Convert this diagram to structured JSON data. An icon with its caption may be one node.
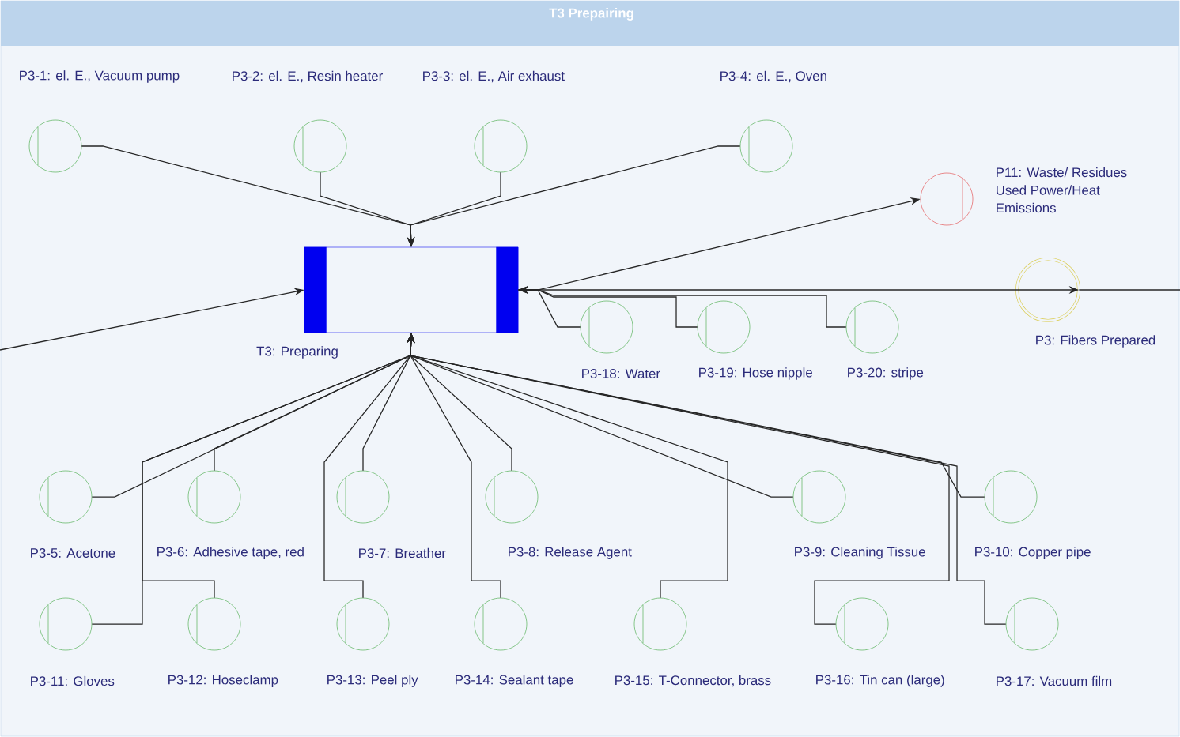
{
  "diagram": {
    "title": "T3 Prepairing",
    "nodes": [
      {
        "text": [
          "T3: Preparing"
        ]
      },
      {
        "text": [
          "P3-1: el. E., Vacuum pump"
        ]
      },
      {
        "text": [
          "P3-2: el. E., Resin heater"
        ]
      },
      {
        "text": [
          "P3-3: el. E., Air exhaust"
        ]
      },
      {
        "text": [
          "P3-4: el. E., Oven"
        ]
      },
      {
        "text": [
          "P3-5: Acetone"
        ]
      },
      {
        "text": [
          "P3-6: Adhesive tape, red"
        ]
      },
      {
        "text": [
          "P3-7: Breather"
        ]
      },
      {
        "text": [
          "P3-8: Release Agent"
        ]
      },
      {
        "text": [
          "P3-9: Cleaning Tissue"
        ]
      },
      {
        "text": [
          "P3-10: Copper pipe"
        ]
      },
      {
        "text": [
          "P3-11: Gloves"
        ]
      },
      {
        "text": [
          "P3-12: Hoseclamp"
        ]
      },
      {
        "text": [
          "P3-13: Peel ply"
        ]
      },
      {
        "text": [
          "P3-14: Sealant tape"
        ]
      },
      {
        "text": [
          "P3-15: T-Connector, brass"
        ]
      },
      {
        "text": [
          "P3-16: Tin can (large)"
        ]
      },
      {
        "text": [
          "P3-17: Vacuum film"
        ]
      },
      {
        "text": [
          "P3-18: Water"
        ]
      },
      {
        "text": [
          "P3-19: Hose nipple"
        ]
      },
      {
        "text": [
          "P3-20: stripe"
        ]
      },
      {
        "text": [
          "P11: Waste/ Residues",
          "Used Power/Heat",
          "Emissions"
        ]
      },
      {
        "text": [
          "P3: Fibers Prepared"
        ]
      }
    ],
    "edges": [
      {
        "from": 1,
        "to": 0,
        "arrow": "to"
      },
      {
        "from": 2,
        "to": 0,
        "arrow": "to"
      },
      {
        "from": 3,
        "to": 0,
        "arrow": "to"
      },
      {
        "from": 4,
        "to": 0,
        "arrow": "to"
      },
      {
        "from": null,
        "to": 0,
        "arrow": "to"
      },
      {
        "from": 0,
        "to": 21,
        "arrow": "to"
      },
      {
        "from": 0,
        "to": 22,
        "arrow": "to"
      },
      {
        "from": 22,
        "to": null,
        "arrow": "none"
      },
      {
        "from": 18,
        "to": 0,
        "arrow": "to"
      },
      {
        "from": 19,
        "to": 0,
        "arrow": "to"
      },
      {
        "from": 20,
        "to": 0,
        "arrow": "to"
      },
      {
        "from": 5,
        "to": 0,
        "arrow": "to"
      },
      {
        "from": 6,
        "to": 0,
        "arrow": "to"
      },
      {
        "from": 7,
        "to": 0,
        "arrow": "to"
      },
      {
        "from": 8,
        "to": 0,
        "arrow": "to"
      },
      {
        "from": 9,
        "to": 0,
        "arrow": "to"
      },
      {
        "from": 10,
        "to": 0,
        "arrow": "to"
      },
      {
        "from": 11,
        "to": 0,
        "arrow": "to"
      },
      {
        "from": 12,
        "to": 0,
        "arrow": "to"
      },
      {
        "from": 13,
        "to": 0,
        "arrow": "to"
      },
      {
        "from": 14,
        "to": 0,
        "arrow": "to"
      },
      {
        "from": 15,
        "to": 0,
        "arrow": "to"
      },
      {
        "from": 16,
        "to": 0,
        "arrow": "to"
      },
      {
        "from": 17,
        "to": 0,
        "arrow": "to"
      }
    ]
  }
}
